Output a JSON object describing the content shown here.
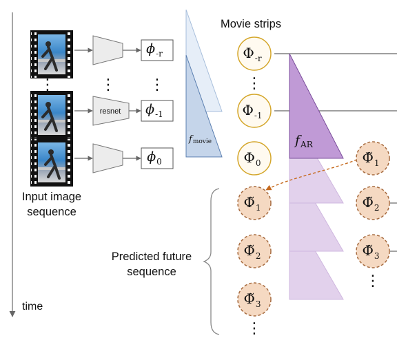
{
  "labels": {
    "input_line1": "Input image",
    "input_line2": "sequence",
    "time": "time",
    "movie_strips": "Movie strips",
    "resnet": "resnet",
    "predicted_line1": "Predicted future",
    "predicted_line2": "sequence",
    "f_movie_base": "f",
    "f_movie_sub": "movie",
    "f_ar_base": "f",
    "f_ar_sub": "AR"
  },
  "frame_features": [
    {
      "base": "ϕ",
      "sub": "-r"
    },
    {
      "base": "ϕ",
      "sub": "-1"
    },
    {
      "base": "ϕ",
      "sub": "0"
    }
  ],
  "movie_strip_nodes": [
    {
      "base": "Φ",
      "sub": "-r"
    },
    {
      "base": "Φ",
      "sub": "-1"
    },
    {
      "base": "Φ",
      "sub": "0"
    }
  ],
  "predicted_nodes": [
    {
      "base": "Φ̃",
      "sub": "1"
    },
    {
      "base": "Φ̃",
      "sub": "2"
    },
    {
      "base": "Φ̃",
      "sub": "3"
    }
  ],
  "output_nodes": [
    {
      "base": "Φ̃",
      "sub": "1"
    },
    {
      "base": "Φ̃",
      "sub": "2"
    },
    {
      "base": "Φ̃",
      "sub": "3"
    }
  ],
  "ellipsis": "⋮",
  "colors": {
    "node_fill": "#fffaf0",
    "node_stroke": "#d4a62a",
    "pred_fill": "#f5d9c2",
    "pred_stroke": "#a66a3e",
    "movie_fill": "#c5d5ea",
    "movie_stroke": "#5b7fb0",
    "ar_fill": "#c09ad6",
    "ar_stroke": "#7b4e9c",
    "ar_ghost": "#e2d1ec",
    "encoder_fill": "#ececec",
    "arrow": "#666666",
    "dashed_arrow": "#c66a1e"
  }
}
